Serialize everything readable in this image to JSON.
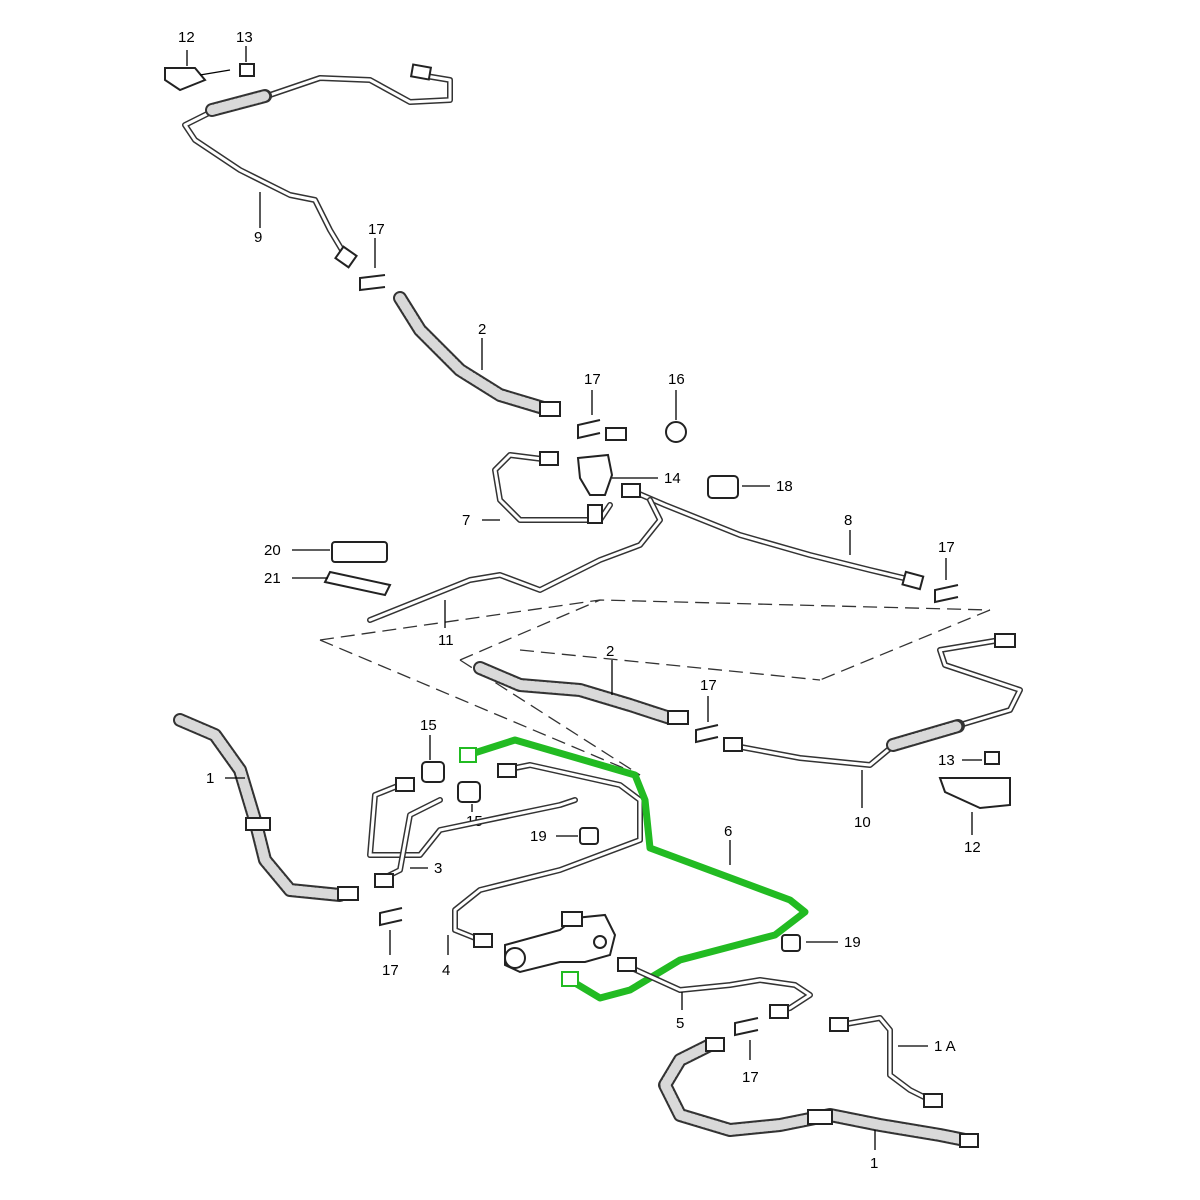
{
  "diagram": {
    "highlight_color": "#22bb22",
    "line_color": "#333333",
    "callouts": {
      "c12a": "12",
      "c13a": "13",
      "c9": "9",
      "c17a": "17",
      "c2a": "2",
      "c17b": "17",
      "c16": "16",
      "c14": "14",
      "c18": "18",
      "c7": "7",
      "c8": "8",
      "c17c": "17",
      "c20": "20",
      "c21": "21",
      "c11": "11",
      "c2b": "2",
      "c17d": "17",
      "c15a": "15",
      "c1a": "1",
      "c15b": "15",
      "c6": "6",
      "c13b": "13",
      "c10": "10",
      "c12b": "12",
      "c19a": "19",
      "c3": "3",
      "c17e": "17",
      "c4": "4",
      "c19b": "19",
      "c5": "5",
      "c17f": "17",
      "c1A": "1 A",
      "c1b": "1"
    }
  }
}
